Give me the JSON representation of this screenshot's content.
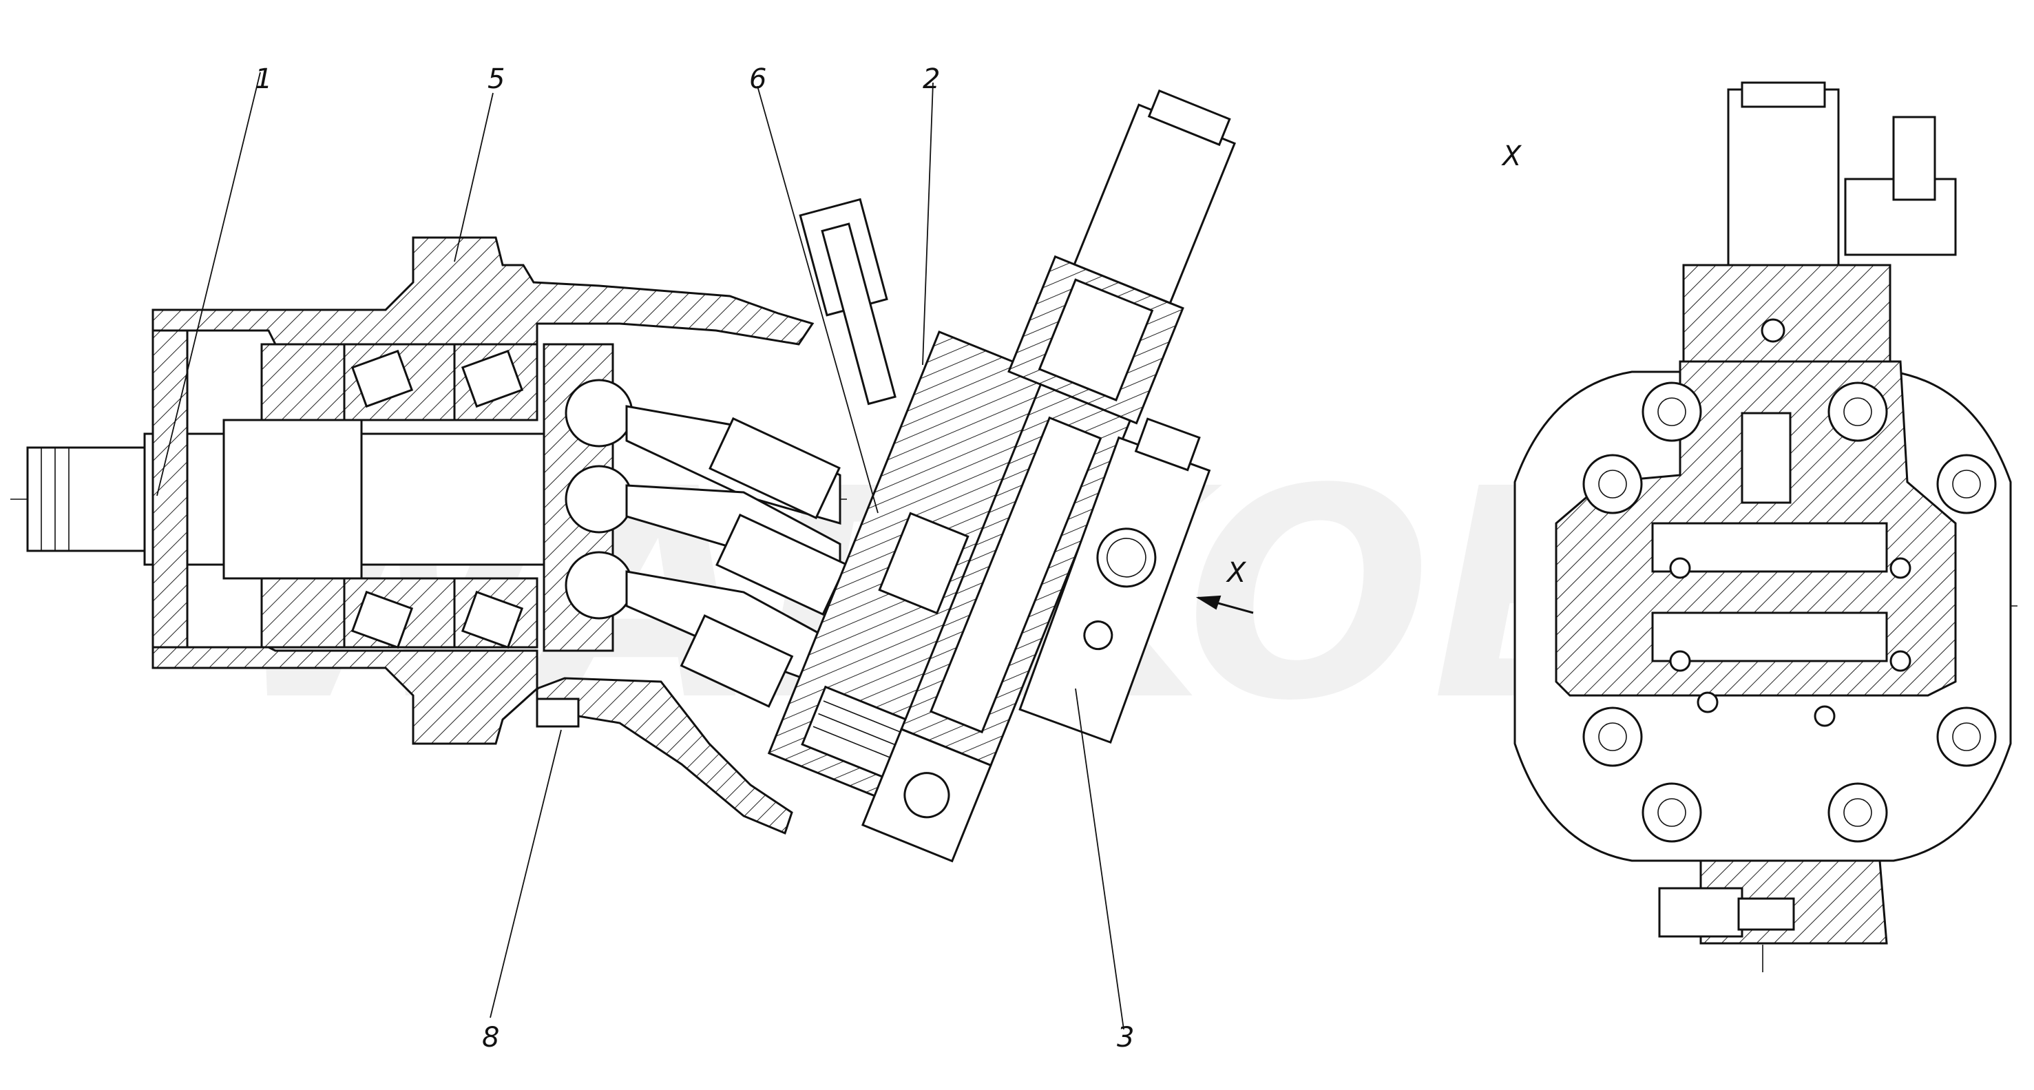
{
  "drawing": {
    "watermark_text": "WABKOB",
    "callouts": [
      {
        "id": "c1",
        "label": "1"
      },
      {
        "id": "c5",
        "label": "5"
      },
      {
        "id": "c6",
        "label": "6"
      },
      {
        "id": "c2",
        "label": "2"
      },
      {
        "id": "c8",
        "label": "8"
      },
      {
        "id": "c3",
        "label": "3"
      }
    ],
    "view_arrow_label": "X",
    "view_title": "X"
  }
}
